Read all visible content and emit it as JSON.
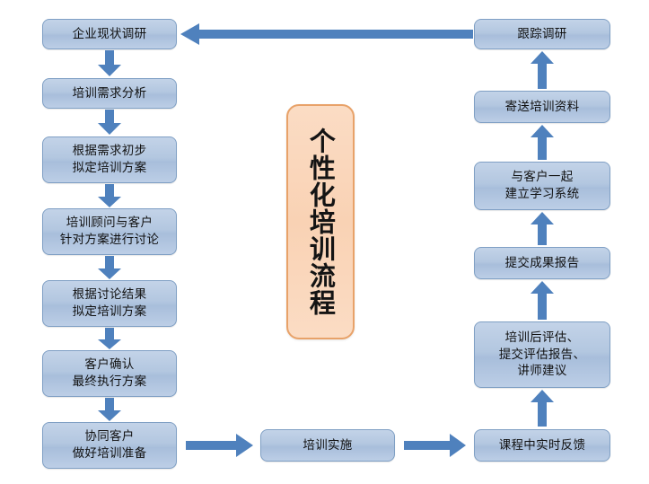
{
  "diagram": {
    "title": "个性化培训流程",
    "center_plaque": {
      "text": "个性化培训流程",
      "fill_color": "#f9d2b4",
      "border_color": "#e8a269"
    },
    "theme": {
      "node_fill": "#b3c7e0",
      "node_border": "#7f9fc4",
      "arrow_color": "#4f81bd",
      "text_color": "#111111",
      "background": "#ffffff"
    },
    "left_column": [
      {
        "id": "enterprise-survey",
        "label": "企业现状调研"
      },
      {
        "id": "needs-analysis",
        "label": "培训需求分析"
      },
      {
        "id": "draft-plan",
        "label": "根据需求初步\n拟定培训方案"
      },
      {
        "id": "consultant-discuss",
        "label": "培训顾问与客户\n针对方案进行讨论"
      },
      {
        "id": "revise-plan",
        "label": "根据讨论结果\n拟定培训方案"
      },
      {
        "id": "client-confirm",
        "label": "客户确认\n最终执行方案"
      },
      {
        "id": "prepare-training",
        "label": "协同客户\n做好培训准备"
      }
    ],
    "bottom_middle": [
      {
        "id": "training-delivery",
        "label": "培训实施"
      }
    ],
    "right_column": [
      {
        "id": "follow-up-survey",
        "label": "跟踪调研"
      },
      {
        "id": "send-materials",
        "label": "寄送培训资料"
      },
      {
        "id": "build-learning-sys",
        "label": "与客户一起\n建立学习系统"
      },
      {
        "id": "submit-results",
        "label": "提交成果报告"
      },
      {
        "id": "post-evaluation",
        "label": "培训后评估、\n提交评估报告、\n讲师建议"
      },
      {
        "id": "realtime-feedback",
        "label": "课程中实时反馈"
      }
    ],
    "connectors": [
      {
        "id": "left-1-2",
        "from": "enterprise-survey",
        "to": "needs-analysis",
        "direction": "down"
      },
      {
        "id": "left-2-3",
        "from": "needs-analysis",
        "to": "draft-plan",
        "direction": "down"
      },
      {
        "id": "left-3-4",
        "from": "draft-plan",
        "to": "consultant-discuss",
        "direction": "down"
      },
      {
        "id": "left-4-5",
        "from": "consultant-discuss",
        "to": "revise-plan",
        "direction": "down"
      },
      {
        "id": "left-5-6",
        "from": "revise-plan",
        "to": "client-confirm",
        "direction": "down"
      },
      {
        "id": "left-6-7",
        "from": "client-confirm",
        "to": "prepare-training",
        "direction": "down"
      },
      {
        "id": "bottom-1",
        "from": "prepare-training",
        "to": "training-delivery",
        "direction": "right"
      },
      {
        "id": "bottom-2",
        "from": "training-delivery",
        "to": "realtime-feedback",
        "direction": "right"
      },
      {
        "id": "right-1",
        "from": "realtime-feedback",
        "to": "post-evaluation",
        "direction": "up"
      },
      {
        "id": "right-2",
        "from": "post-evaluation",
        "to": "submit-results",
        "direction": "up"
      },
      {
        "id": "right-3",
        "from": "submit-results",
        "to": "build-learning-sys",
        "direction": "up"
      },
      {
        "id": "right-4",
        "from": "build-learning-sys",
        "to": "send-materials",
        "direction": "up"
      },
      {
        "id": "right-5",
        "from": "send-materials",
        "to": "follow-up-survey",
        "direction": "up"
      },
      {
        "id": "loop-top",
        "from": "follow-up-survey",
        "to": "enterprise-survey",
        "direction": "left"
      }
    ]
  }
}
